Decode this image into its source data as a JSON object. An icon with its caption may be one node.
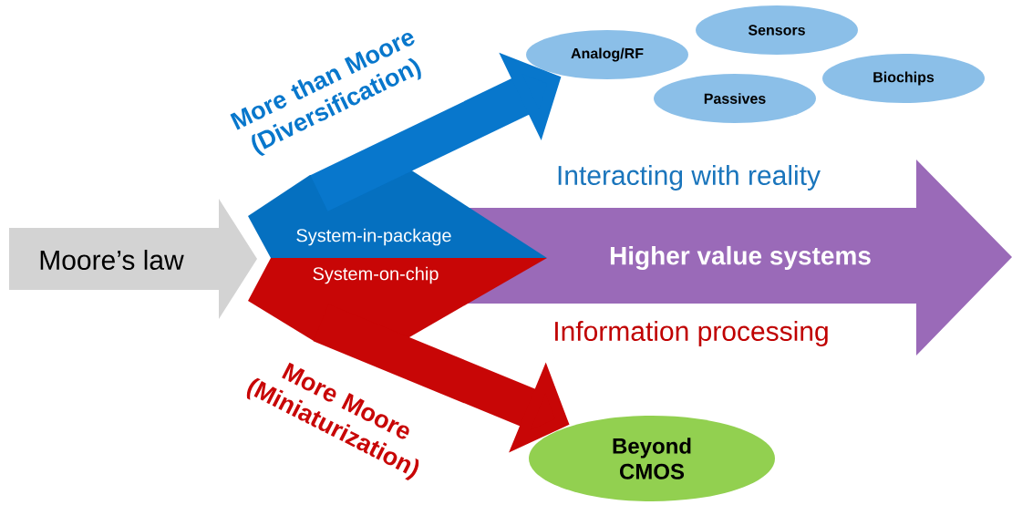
{
  "diagram": {
    "nodes": [
      {
        "text": [
          "Moore’s law"
        ]
      },
      {
        "text": [
          "System-in-package"
        ]
      },
      {
        "text": [
          "System-on-chip"
        ]
      },
      {
        "text": [
          "Higher value systems"
        ]
      },
      {
        "text": [
          "Analog/RF"
        ]
      },
      {
        "text": [
          "Sensors"
        ]
      },
      {
        "text": [
          "Passives"
        ]
      },
      {
        "text": [
          "Biochips"
        ]
      },
      {
        "text": [
          "Beyond CMOS"
        ]
      }
    ],
    "edges": [
      {
        "from": 1,
        "to": 4,
        "arrow": "to",
        "label": "More than Moore (Diversification)",
        "color": "#0877cc"
      },
      {
        "from": 2,
        "to": 8,
        "arrow": "to",
        "label": "More Moore (Miniaturization)",
        "color": "#c80606"
      }
    ],
    "labels": [
      "Interacting with reality",
      "Information processing"
    ]
  }
}
